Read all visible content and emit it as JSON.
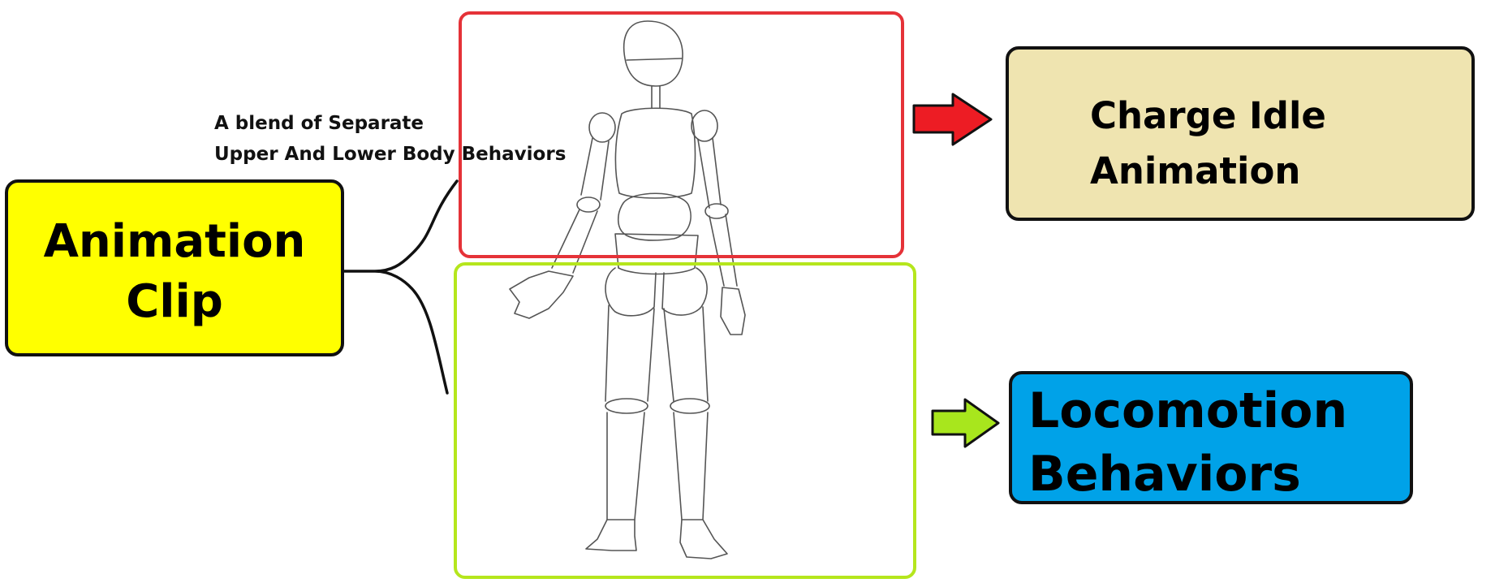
{
  "diagram": {
    "root": {
      "label": "Animation\nClip",
      "fill": "#ffff00"
    },
    "annotation": "A blend of Separate\nUpper And Lower Body Behaviors",
    "upper_body": {
      "outline_color": "#e53238",
      "arrow_color": "#ed1c24",
      "target": {
        "label": "Charge Idle\nAnimation",
        "fill": "#efe4b0"
      }
    },
    "lower_body": {
      "outline_color": "#b5e61d",
      "arrow_color": "#a8e61d",
      "target": {
        "label": "Locomotion\nBehaviors",
        "fill": "#00a2e8"
      }
    },
    "figure": "mannequin-sketch"
  }
}
